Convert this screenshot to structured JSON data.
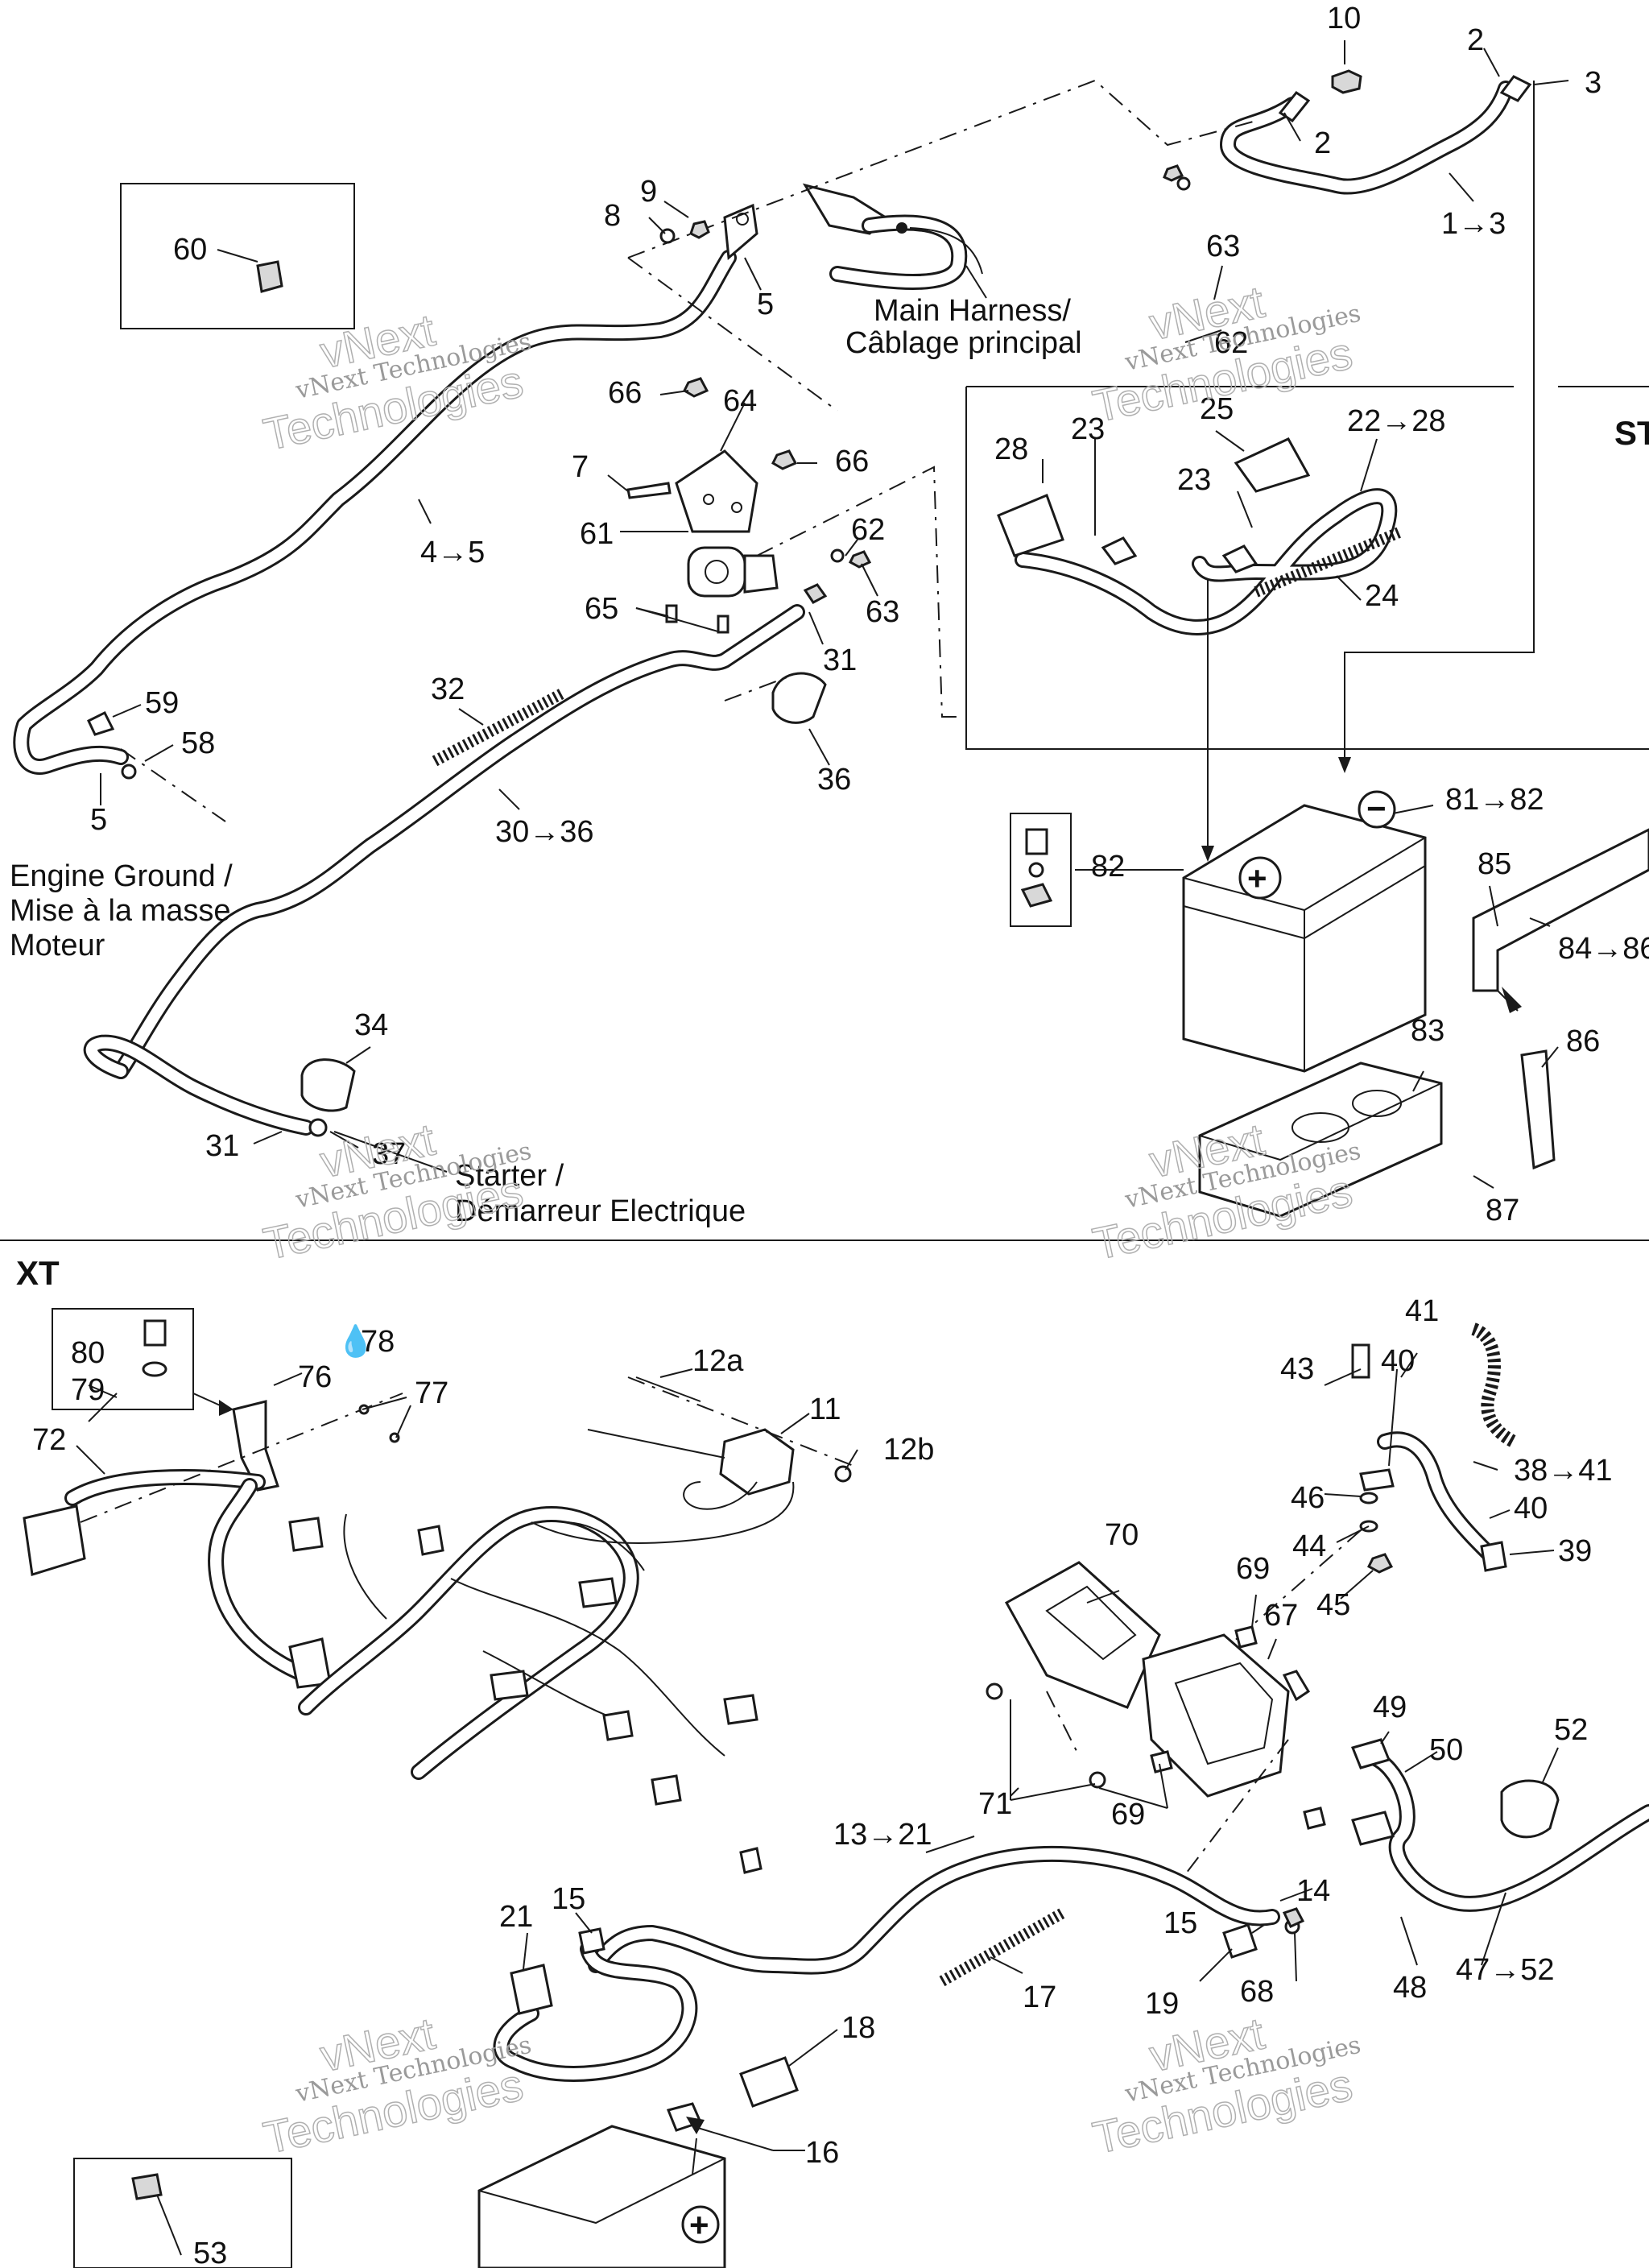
{
  "labels": {
    "l10": "10",
    "l2a": "2",
    "l3": "3",
    "l2b": "2",
    "l1to3": "1→3",
    "l9": "9",
    "l8": "8",
    "l5a": "5",
    "harness_en": "Main Harness/",
    "harness_fr": "Câblage principal",
    "l60": "60",
    "l63a": "63",
    "l62a": "62",
    "l66a": "66",
    "l64": "64",
    "l7": "7",
    "l66b": "66",
    "l61": "61",
    "l65": "65",
    "l62b": "62",
    "l63b": "63",
    "l31a": "31",
    "l36": "36",
    "l4to5": "4→5",
    "l32": "32",
    "l30to36": "30→36",
    "l59": "59",
    "l58": "58",
    "l5b": "5",
    "ground_1": "Engine Ground /",
    "ground_2": "Mise à la masse",
    "ground_3": "Moteur",
    "l34": "34",
    "l31b": "31",
    "l37": "37",
    "starter_1": "Starter /",
    "starter_2": "Démarreur Electrique",
    "l28": "28",
    "l23a": "23",
    "l25": "25",
    "l22to28": "22→28",
    "l23b": "23",
    "l24": "24",
    "st": "ST",
    "l81to82": "81→82",
    "l82": "82",
    "l85": "85",
    "l84to86": "84→86",
    "l83": "83",
    "l86": "86",
    "l87": "87",
    "xt": "XT",
    "l80": "80",
    "l79": "79",
    "l78": "78",
    "l76": "76",
    "l77": "77",
    "l72": "72",
    "l12a": "12a",
    "l11": "11",
    "l12b": "12b",
    "l41": "41",
    "l43": "43",
    "l40a": "40",
    "l46": "46",
    "l38to41": "38→41",
    "l40b": "40",
    "l44": "44",
    "l39": "39",
    "l45": "45",
    "l70": "70",
    "l69a": "69",
    "l67": "67",
    "l49": "49",
    "l50": "50",
    "l52": "52",
    "l71": "71",
    "l69b": "69",
    "l13to21": "13→21",
    "l14": "14",
    "l15a": "15",
    "l15b": "15",
    "l21": "21",
    "l17": "17",
    "l68": "68",
    "l19": "19",
    "l48": "48",
    "l47to52": "47→52",
    "l18": "18",
    "l16": "16",
    "l53": "53"
  },
  "watermark": {
    "line1": "vNext Technologies",
    "line2": "vNext",
    "line3": "Technologies"
  },
  "colors": {
    "ink": "#1a1a1a",
    "watermark": "#9a9a9a"
  }
}
